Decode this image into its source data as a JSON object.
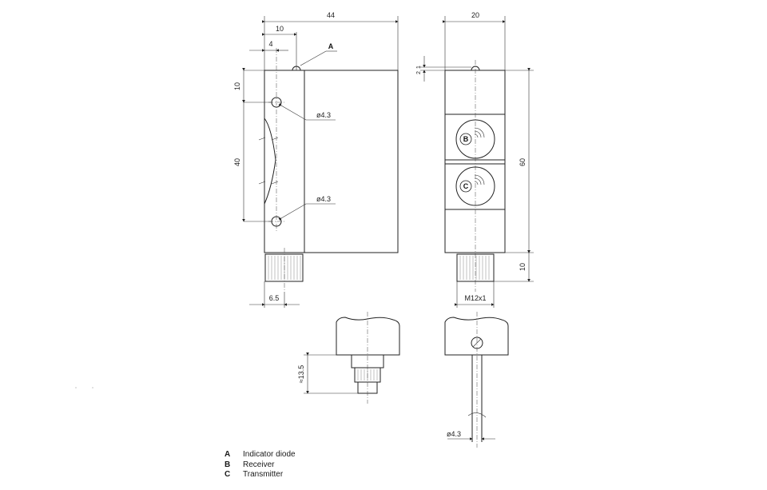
{
  "dimensions": {
    "width_44": "44",
    "offset_10": "10",
    "offset_4": "4",
    "marker_a": "A",
    "hole_spacing_10": "10",
    "hole_spacing_40": "40",
    "hole_dia_top": "ø4.3",
    "hole_dia_bottom": "ø4.3",
    "offset_6_5": "6.5",
    "depth_20": "20",
    "offset_1": "1",
    "offset_2": "2",
    "height_60": "60",
    "connector_10": "10",
    "thread": "M12x1",
    "approx_13_5": "≈13.5",
    "cable_dia": "ø4.3"
  },
  "front_labels": {
    "receiver": "B",
    "transmitter": "C"
  },
  "legend": [
    {
      "key": "A",
      "text": "Indicator diode"
    },
    {
      "key": "B",
      "text": "Receiver"
    },
    {
      "key": "C",
      "text": "Transmitter"
    }
  ]
}
